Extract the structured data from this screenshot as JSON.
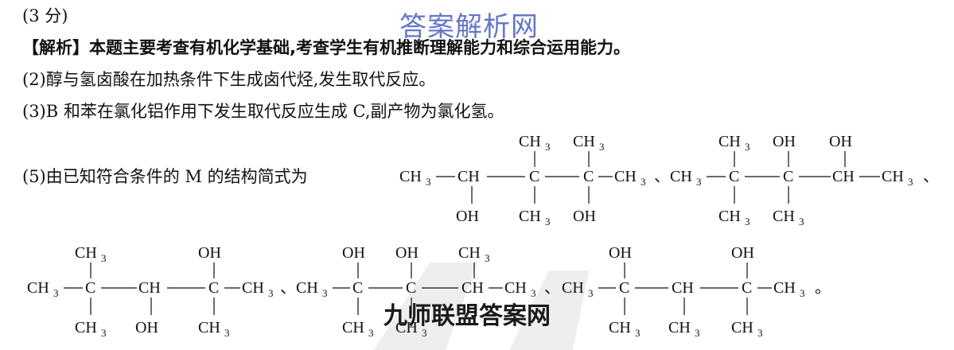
{
  "watermark_top": "答案解析网",
  "watermark_bottom": "九师联盟答案网",
  "lines": {
    "score": "(3 分)",
    "analysis": "【解析】本题主要考查有机化学基础,考查学生有机推断理解能力和综合运用能力。",
    "item2": "(2)醇与氢卤酸在加热条件下生成卤代烃,发生取代反应。",
    "item3": "(3)B 和苯在氯化铝作用下发生取代反应生成 C,副产物为氯化氢。",
    "item5_prefix": "(5)由已知符合条件的 M 的结构简式为"
  },
  "chem": {
    "ch3": "CH",
    "ch3_sub": "3",
    "ch": "CH",
    "c": "C",
    "oh": "OH",
    "sep": "、",
    "end": "。"
  },
  "colors": {
    "watermark_blue": "#4a5fc0",
    "text": "#111111"
  }
}
